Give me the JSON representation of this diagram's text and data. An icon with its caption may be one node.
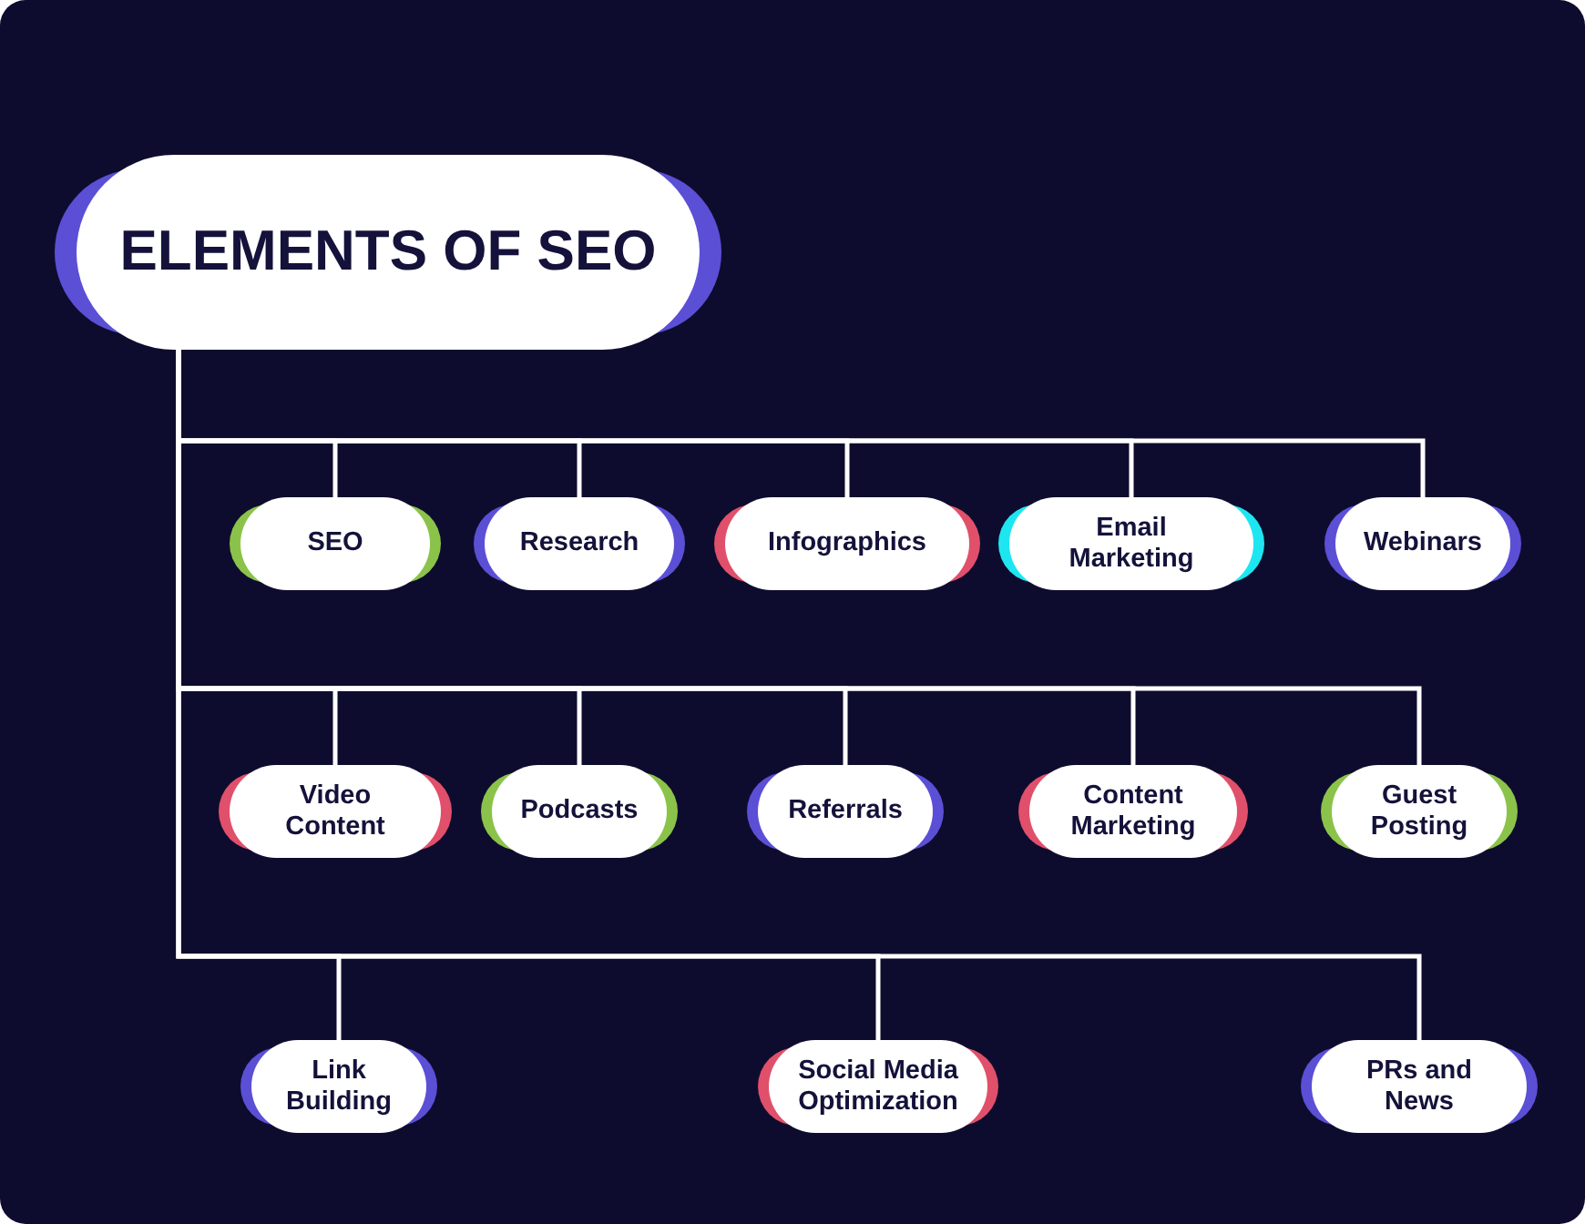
{
  "diagram": {
    "nodes": [
      {
        "text": [
          "ELEMENTS OF SEO"
        ]
      },
      {
        "text": [
          "SEO"
        ]
      },
      {
        "text": [
          "Research"
        ]
      },
      {
        "text": [
          "Infographics"
        ]
      },
      {
        "text": [
          "Email Marketing"
        ]
      },
      {
        "text": [
          "Webinars"
        ]
      },
      {
        "text": [
          "Video Content"
        ]
      },
      {
        "text": [
          "Podcasts"
        ]
      },
      {
        "text": [
          "Referrals"
        ]
      },
      {
        "text": [
          "Content Marketing"
        ]
      },
      {
        "text": [
          "Guest Posting"
        ]
      },
      {
        "text": [
          "Link Building"
        ]
      },
      {
        "text": [
          "Social Media Optimization"
        ]
      },
      {
        "text": [
          "PRs and News"
        ]
      }
    ],
    "edges": [
      {
        "from": 0,
        "to": 1,
        "arrow": "none"
      },
      {
        "from": 0,
        "to": 2,
        "arrow": "none"
      },
      {
        "from": 0,
        "to": 3,
        "arrow": "none"
      },
      {
        "from": 0,
        "to": 4,
        "arrow": "none"
      },
      {
        "from": 0,
        "to": 5,
        "arrow": "none"
      },
      {
        "from": 0,
        "to": 6,
        "arrow": "none"
      },
      {
        "from": 0,
        "to": 7,
        "arrow": "none"
      },
      {
        "from": 0,
        "to": 8,
        "arrow": "none"
      },
      {
        "from": 0,
        "to": 9,
        "arrow": "none"
      },
      {
        "from": 0,
        "to": 10,
        "arrow": "none"
      },
      {
        "from": 0,
        "to": 11,
        "arrow": "none"
      },
      {
        "from": 0,
        "to": 12,
        "arrow": "none"
      },
      {
        "from": 0,
        "to": 13,
        "arrow": "none"
      }
    ]
  }
}
